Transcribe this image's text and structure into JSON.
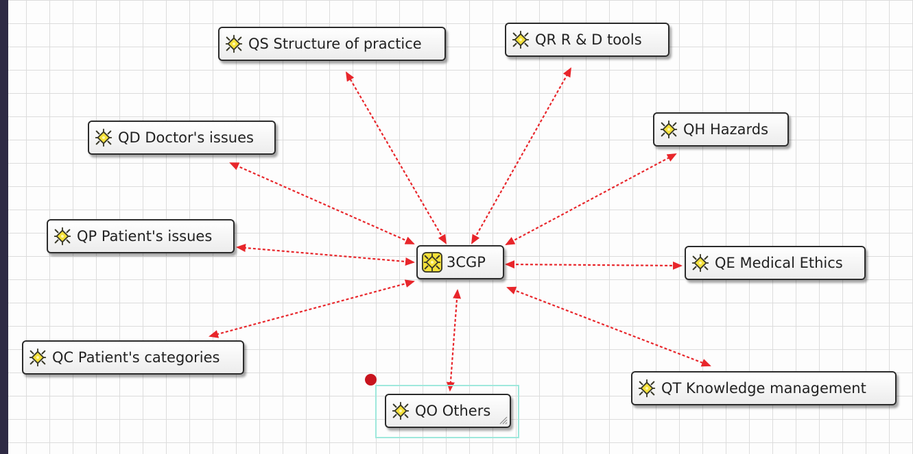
{
  "colors": {
    "link": "#e8262b",
    "icon_fill": "#f5e13a",
    "icon_stroke": "#3a3a2a",
    "selection": "#9ee8dc"
  },
  "diagram": {
    "root": {
      "id": "3cgp",
      "label": "3CGP",
      "icon": "category-root-icon"
    },
    "nodes": [
      {
        "id": "qs",
        "label": "QS Structure of practice",
        "icon": "category-icon"
      },
      {
        "id": "qr",
        "label": "QR R & D tools",
        "icon": "category-icon"
      },
      {
        "id": "qd",
        "label": "QD Doctor's issues",
        "icon": "category-icon"
      },
      {
        "id": "qh",
        "label": "QH Hazards",
        "icon": "category-icon"
      },
      {
        "id": "qp",
        "label": "QP Patient's issues",
        "icon": "category-icon"
      },
      {
        "id": "qe",
        "label": "QE Medical Ethics",
        "icon": "category-icon"
      },
      {
        "id": "qc",
        "label": "QC Patient's categories",
        "icon": "category-icon"
      },
      {
        "id": "qt",
        "label": "QT Knowledge management",
        "icon": "category-icon"
      },
      {
        "id": "qo",
        "label": "QO Others",
        "icon": "category-icon",
        "selected": true
      }
    ],
    "links": [
      {
        "from": "3cgp",
        "to": "qs",
        "style": "dashed",
        "arrows": "both"
      },
      {
        "from": "3cgp",
        "to": "qr",
        "style": "dashed",
        "arrows": "both"
      },
      {
        "from": "3cgp",
        "to": "qd",
        "style": "dashed",
        "arrows": "both"
      },
      {
        "from": "3cgp",
        "to": "qh",
        "style": "dashed",
        "arrows": "both"
      },
      {
        "from": "3cgp",
        "to": "qp",
        "style": "dashed",
        "arrows": "both"
      },
      {
        "from": "3cgp",
        "to": "qe",
        "style": "dashed",
        "arrows": "both"
      },
      {
        "from": "3cgp",
        "to": "qc",
        "style": "dashed",
        "arrows": "both"
      },
      {
        "from": "3cgp",
        "to": "qt",
        "style": "dashed",
        "arrows": "both"
      },
      {
        "from": "3cgp",
        "to": "qo",
        "style": "dashed",
        "arrows": "both"
      }
    ]
  }
}
